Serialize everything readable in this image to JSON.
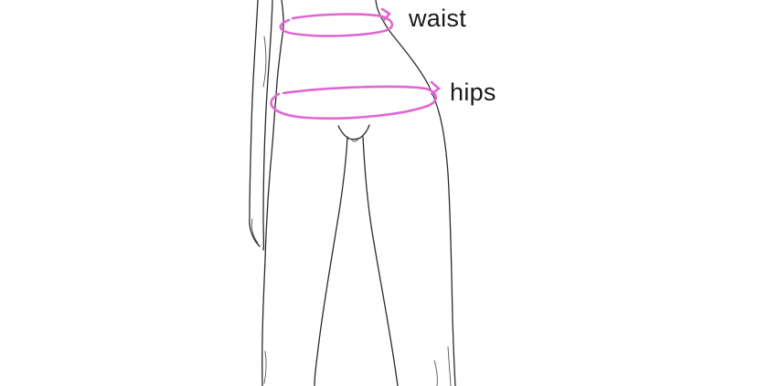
{
  "measurements": [
    {
      "id": "waist",
      "label": "waist"
    },
    {
      "id": "hips",
      "label": "hips"
    }
  ],
  "colors": {
    "tape": "#e066d2",
    "outline": "#2a2a2a",
    "background": "#ffffff"
  }
}
